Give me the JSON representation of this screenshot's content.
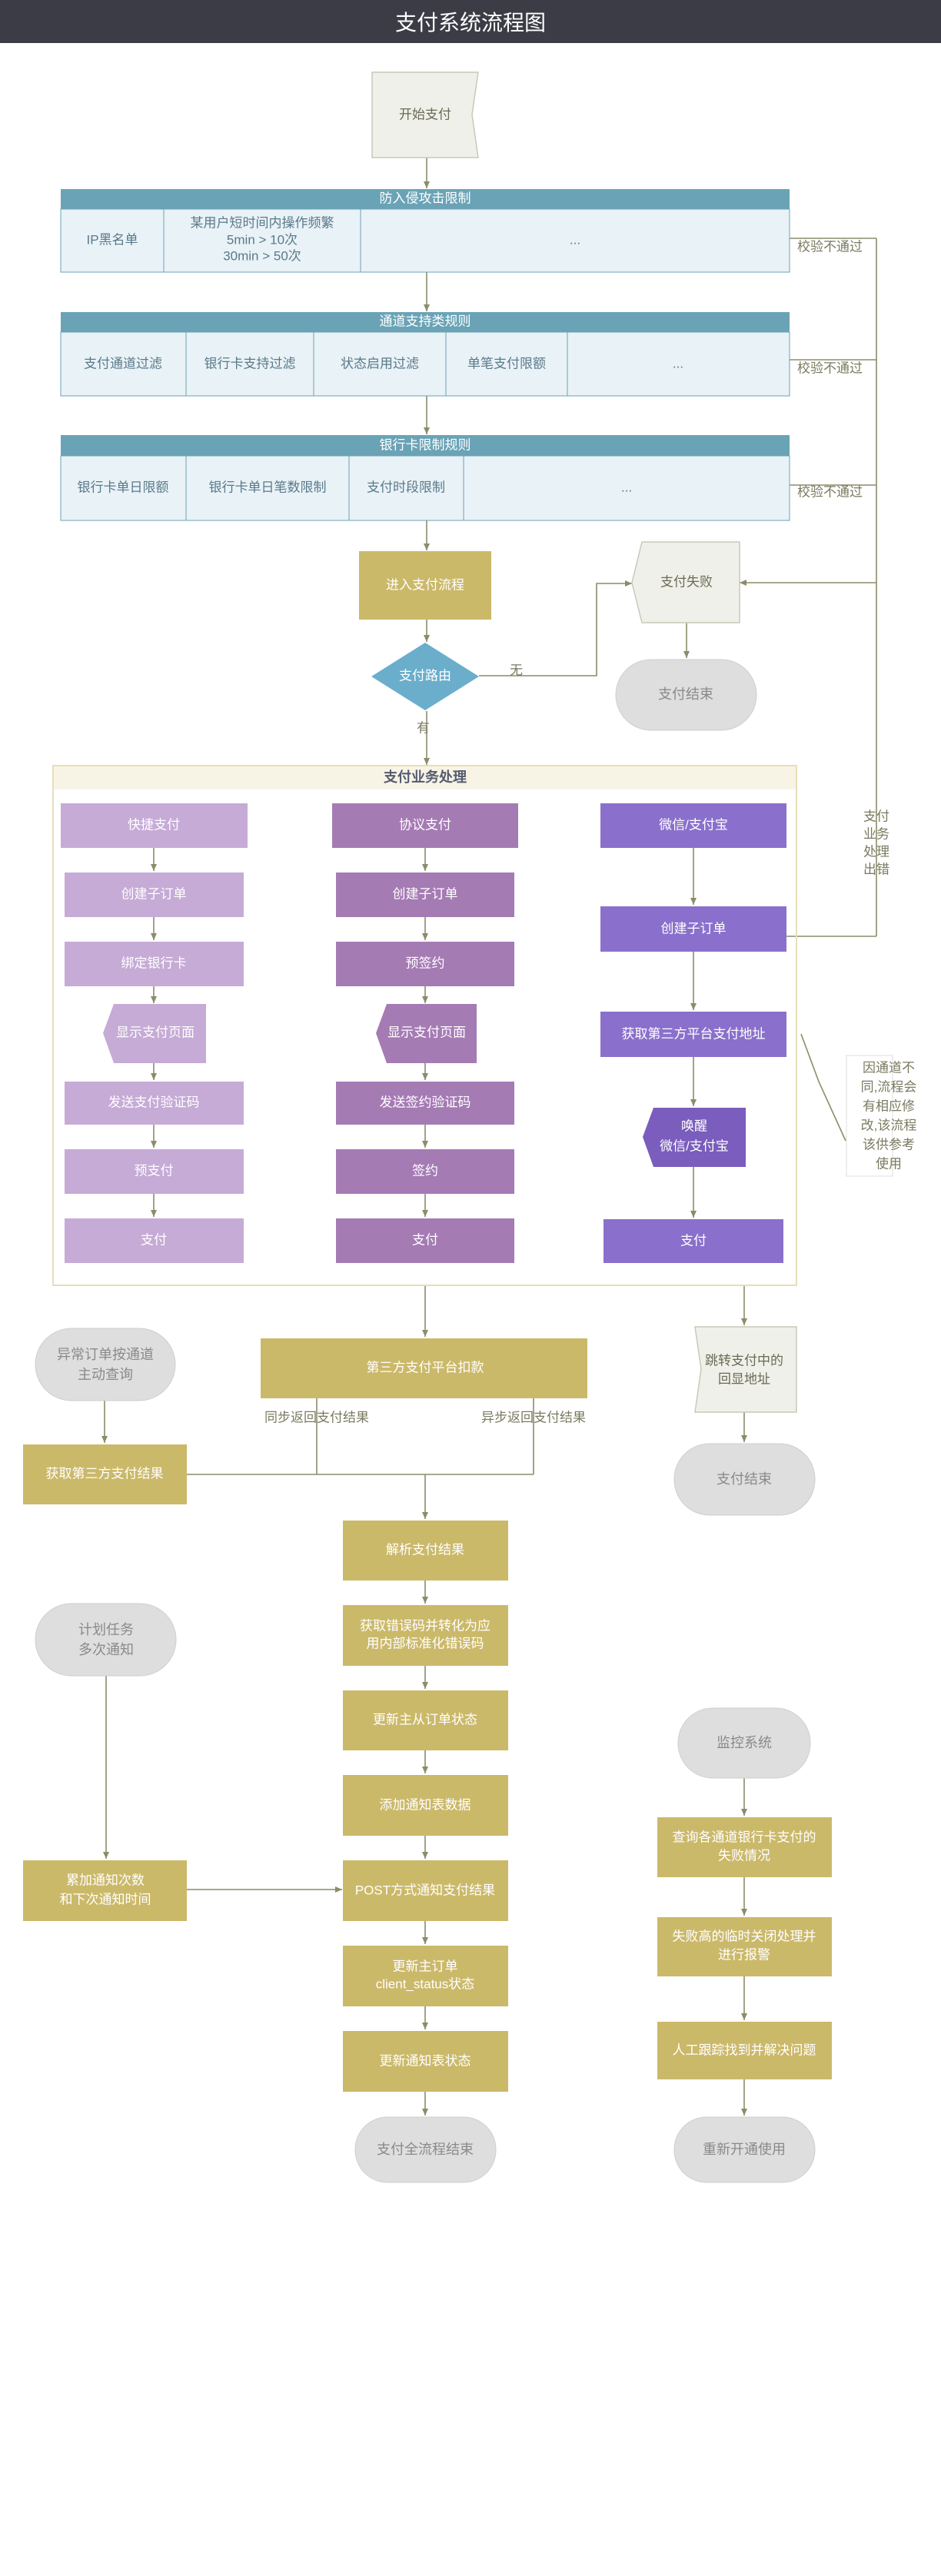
{
  "title": "支付系统流程图",
  "start": "开始支付",
  "rules": [
    {
      "header": "防入侵攻击限制",
      "cells": [
        "IP黑名单",
        "某用户短时间内操作频繁",
        "...",
        "5min > 10次",
        "30min > 50次"
      ],
      "fail": "校验不通过"
    },
    {
      "header": "通道支持类规则",
      "cells": [
        "支付通道过滤",
        "银行卡支持过滤",
        "状态启用过滤",
        "单笔支付限额",
        "..."
      ],
      "fail": "校验不通过"
    },
    {
      "header": "银行卡限制规则",
      "cells": [
        "银行卡单日限额",
        "银行卡单日笔数限制",
        "支付时段限制",
        "..."
      ],
      "fail": "校验不通过"
    }
  ],
  "enter_flow": "进入支付流程",
  "route": "支付路由",
  "route_none": "无",
  "route_yes": "有",
  "pay_fail": "支付失败",
  "pay_end": "支付结束",
  "business": {
    "title": "支付业务处理",
    "col1": [
      "快捷支付",
      "创建子订单",
      "绑定银行卡",
      "显示支付页面",
      "发送支付验证码",
      "预支付",
      "支付"
    ],
    "col2": [
      "协议支付",
      "创建子订单",
      "预签约",
      "显示支付页面",
      "发送签约验证码",
      "签约",
      "支付"
    ],
    "col3": [
      "微信/支付宝",
      "创建子订单",
      "获取第三方平台支付地址",
      "唤醒",
      "微信/支付宝",
      "支付"
    ]
  },
  "biz_error": [
    "支付",
    "业务",
    "处理",
    "出错"
  ],
  "note": [
    "因通道不",
    "同,流程会",
    "有相应修",
    "改,该流程",
    "该供参考",
    "使用"
  ],
  "third_deduct": "第三方支付平台扣款",
  "sync_result": "同步返回支付结果",
  "async_result": "异步返回支付结果",
  "abnormal": [
    "异常订单按通道",
    "主动查询"
  ],
  "get_third": "获取第三方支付结果",
  "redirect": [
    "跳转支付中的",
    "回显地址"
  ],
  "redirect_end": "支付结束",
  "main_steps": [
    "解析支付结果",
    "获取错误码并转化为应",
    "用内部标准化错误码",
    "更新主从订单状态",
    "添加通知表数据",
    "POST方式通知支付结果",
    "更新主订单",
    "client_status状态",
    "更新通知表状态"
  ],
  "all_end": "支付全流程结束",
  "plan": [
    "计划任务",
    "多次通知"
  ],
  "plan_box": [
    "累加通知次数",
    "和下次通知时间"
  ],
  "monitor": "监控系统",
  "monitor_steps": [
    "查询各通道银行卡支付的",
    "失败情况",
    "失败高的临时关闭处理并",
    "进行报警",
    "人工跟踪找到并解决问题"
  ],
  "reopen": "重新开通使用",
  "colors": {
    "header": "#6aa3b6",
    "cell": "#e9f2f7",
    "gold": "#cbb96a",
    "lilac": "#c6abd6",
    "purple": "#a57bb4",
    "violet": "#8a70cc",
    "grey": "#dedede"
  }
}
